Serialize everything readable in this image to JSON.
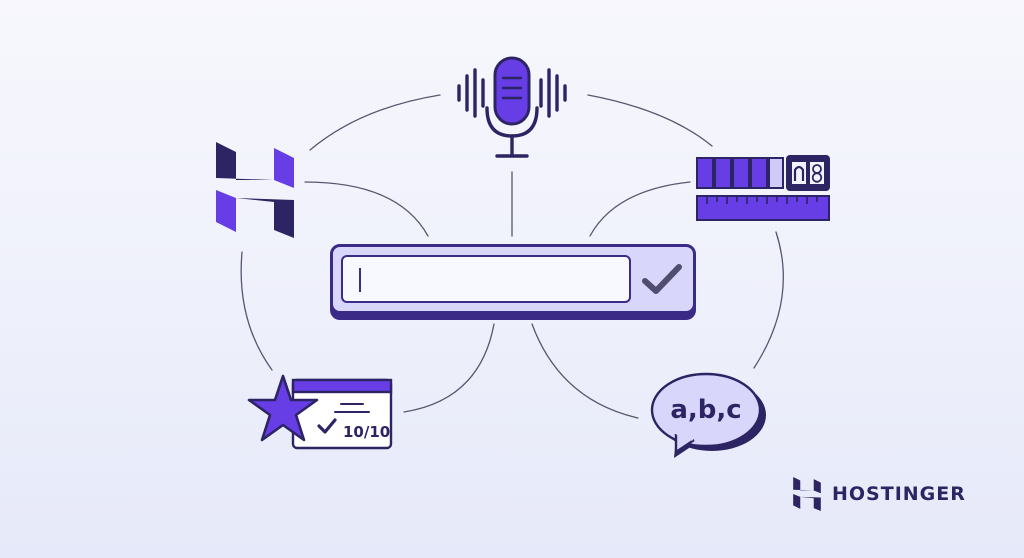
{
  "colors": {
    "background": "#f0f1fb",
    "accent": "#673de6",
    "dark": "#2d2463",
    "outline": "#3b2b86",
    "light_accent": "#d9d6fb"
  },
  "icons": [
    "microphone-icon",
    "hostinger-logo-icon",
    "password-strength-meter-icon",
    "star-rating-card-icon",
    "speech-bubble-icon",
    "checkmark-icon"
  ],
  "rating_card": {
    "score": "10/10"
  },
  "speech_bubble": {
    "text": "a,b,c"
  },
  "brand": {
    "name": "HOSTINGER"
  }
}
